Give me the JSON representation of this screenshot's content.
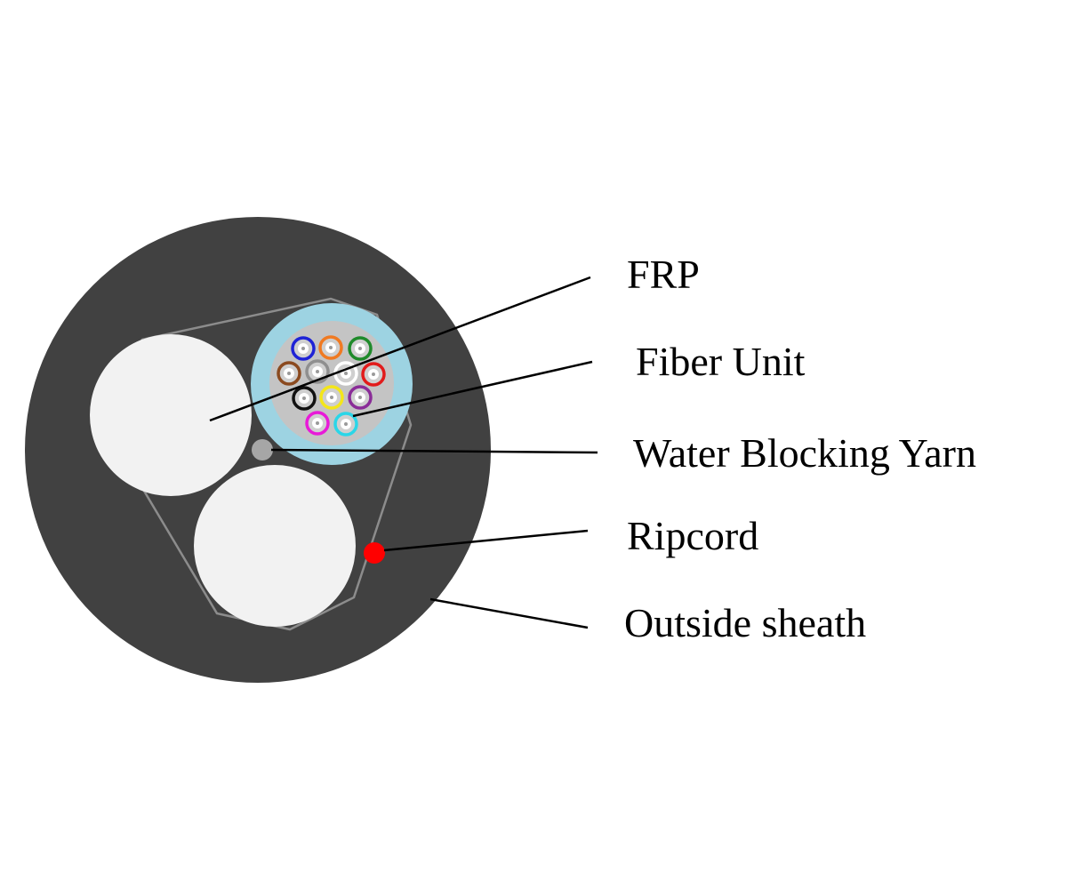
{
  "labels": {
    "frp": "FRP",
    "fiber_unit": "Fiber Unit",
    "water_blocking_yarn": "Water Blocking Yarn",
    "ripcord": "Ripcord",
    "outside_sheath": "Outside sheath"
  },
  "colors": {
    "sheath": "#414141",
    "frp": "#f2f2f2",
    "binder": "#8c8c8c",
    "fiber_unit_tube": "#9dd3e2",
    "fiber_unit_core": "#c4c4c4",
    "water_blocking_yarn": "#a6a6a6",
    "ripcord": "#ff0000",
    "leader_line": "#000000"
  },
  "fibers": [
    {
      "name": "blue",
      "color": "#1f23d6"
    },
    {
      "name": "orange",
      "color": "#f07a22"
    },
    {
      "name": "green",
      "color": "#1f8a2a"
    },
    {
      "name": "brown",
      "color": "#8b4a1f"
    },
    {
      "name": "slate",
      "color": "#8f8f8f"
    },
    {
      "name": "white",
      "color": "#ffffff"
    },
    {
      "name": "red",
      "color": "#e21b1b"
    },
    {
      "name": "black",
      "color": "#111111"
    },
    {
      "name": "yellow",
      "color": "#f4e61a"
    },
    {
      "name": "violet",
      "color": "#8a2c98"
    },
    {
      "name": "rose",
      "color": "#e81ad8"
    },
    {
      "name": "aqua",
      "color": "#2ad6e8"
    }
  ]
}
